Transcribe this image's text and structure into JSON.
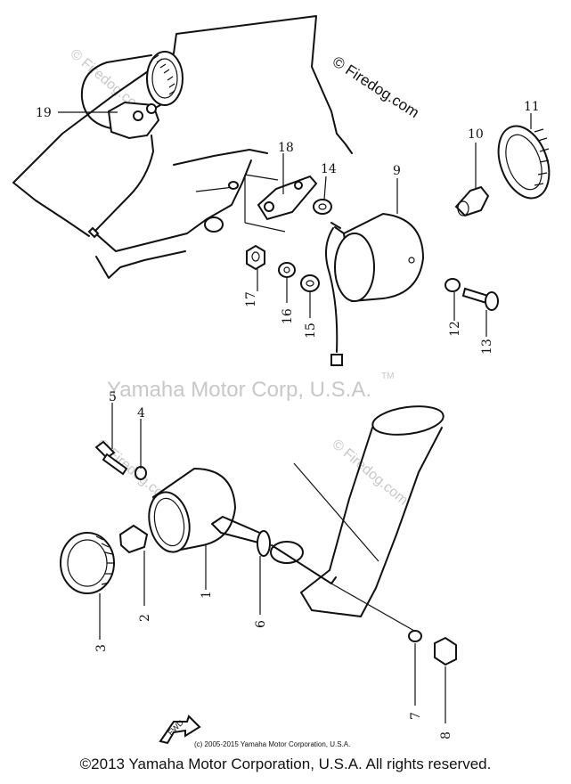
{
  "watermarks": {
    "firedog": "© Firedog.com",
    "yamaha": "Yamaha Motor Corp, U.S.A.",
    "tm": "TM"
  },
  "copyright_small": "(c) 2005-2015 Yamaha Motor Corporation, U.S.A.",
  "copyright_footer": "©2013 Yamaha Motor Corporation, U.S.A. All rights reserved.",
  "fwd_label": "FWD",
  "callouts": [
    "1",
    "2",
    "3",
    "4",
    "5",
    "6",
    "7",
    "8",
    "9",
    "10",
    "11",
    "12",
    "13",
    "14",
    "15",
    "16",
    "17",
    "18",
    "19"
  ]
}
